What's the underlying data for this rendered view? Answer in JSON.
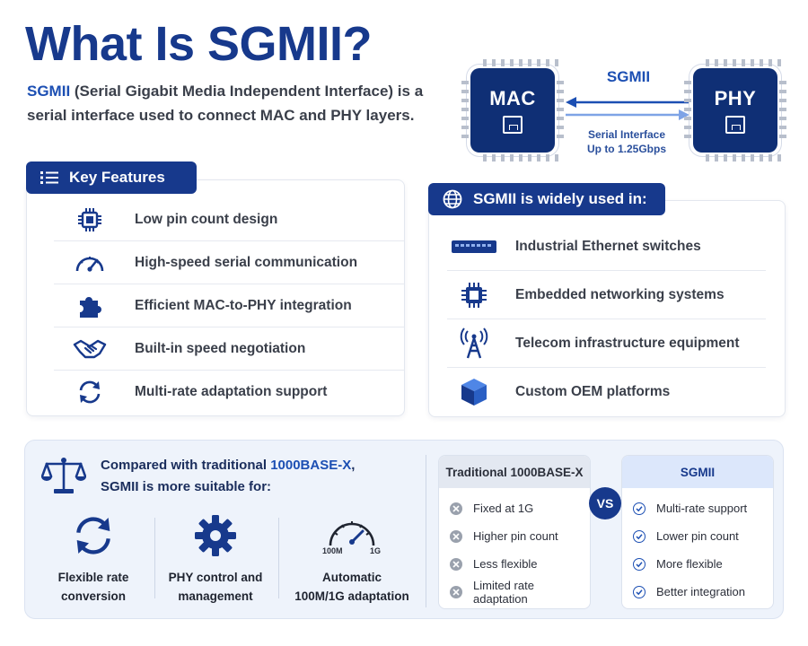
{
  "header": {
    "title": "What Is SGMII?",
    "subtitle_accent": "SGMII",
    "subtitle_rest": " (Serial Gigabit Media Independent Interface) is a serial interface used to connect MAC and PHY layers."
  },
  "diagram": {
    "left_chip": "MAC",
    "right_chip": "PHY",
    "link_label": "SGMII",
    "note_line1": "Serial Interface",
    "note_line2": "Up to 1.25Gbps"
  },
  "features": {
    "heading": "Key Features",
    "items": [
      {
        "label": "Low pin count design",
        "icon": "chip-icon"
      },
      {
        "label": "High-speed serial communication",
        "icon": "speedometer-icon"
      },
      {
        "label": "Efficient MAC-to-PHY integration",
        "icon": "puzzle-icon"
      },
      {
        "label": "Built-in speed negotiation",
        "icon": "handshake-icon"
      },
      {
        "label": "Multi-rate adaptation support",
        "icon": "refresh-icon"
      }
    ]
  },
  "uses": {
    "heading": "SGMII is widely used in:",
    "items": [
      {
        "label": "Industrial Ethernet switches",
        "icon": "switch-icon"
      },
      {
        "label": "Embedded networking systems",
        "icon": "processor-icon"
      },
      {
        "label": "Telecom infrastructure equipment",
        "icon": "antenna-tower-icon"
      },
      {
        "label": "Custom OEM platforms",
        "icon": "cube-icon"
      }
    ]
  },
  "comparison": {
    "title_pre": "Compared with traditional ",
    "title_accent": "1000BASE-X",
    "title_comma": ",",
    "title_line2_accent": "SGMII",
    "title_line2_rest": " is more suitable for:",
    "suitable": [
      {
        "line1": "Flexible rate",
        "line2": "conversion",
        "icon": "refresh-icon"
      },
      {
        "line1": "PHY control and",
        "line2": "management",
        "icon": "gear-icon"
      },
      {
        "line1": "Automatic",
        "line2": "100M/1G adaptation",
        "icon": "gauge-icon"
      }
    ],
    "gauge_low": "100M",
    "gauge_high": "1G",
    "vs": "VS",
    "left_col": {
      "header": "Traditional 1000BASE-X",
      "items": [
        "Fixed at 1G",
        "Higher pin count",
        "Less flexible",
        "Limited rate adaptation"
      ]
    },
    "right_col": {
      "header": "SGMII",
      "items": [
        "Multi-rate support",
        "Lower pin count",
        "More flexible",
        "Better integration"
      ]
    }
  },
  "colors": {
    "primary": "#17398c",
    "accent": "#1c4fb3",
    "panel_bg": "#eef3fb"
  }
}
